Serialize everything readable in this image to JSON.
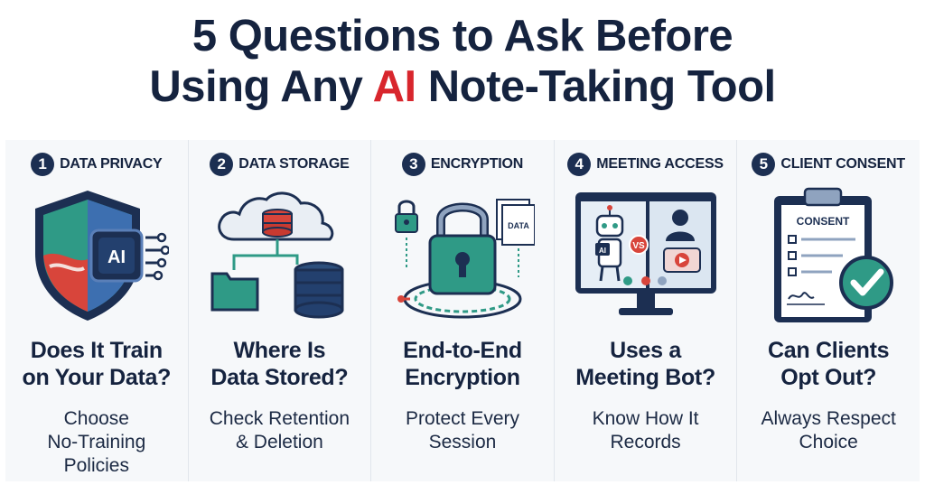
{
  "title": {
    "line1": "5 Questions to Ask Before",
    "line2_before": "Using Any ",
    "line2_accent": "AI",
    "line2_after": " Note-Taking Tool"
  },
  "colors": {
    "navy": "#15233f",
    "accent_red": "#d8262d",
    "teal": "#2f9a86",
    "panel_bg": "#f6f8fa"
  },
  "columns": [
    {
      "number": "1",
      "label": "DATA PRIVACY",
      "icon": "shield-ai-icon",
      "badge_text": "AI",
      "question_line1": "Does It Train",
      "question_line2": "on Your Data?",
      "sub_line1": "Choose",
      "sub_line2": "No-Training",
      "sub_line3": "Policies"
    },
    {
      "number": "2",
      "label": "DATA STORAGE",
      "icon": "cloud-database-icon",
      "question_line1": "Where Is",
      "question_line2": "Data Stored?",
      "sub_line1": "Check Retention",
      "sub_line2": "& Deletion"
    },
    {
      "number": "3",
      "label": "ENCRYPTION",
      "icon": "padlock-icon",
      "badge_text": "DATA",
      "question_line1": "End-to-End",
      "question_line2": "Encryption",
      "sub_line1": "Protect Every",
      "sub_line2": "Session"
    },
    {
      "number": "4",
      "label": "MEETING ACCESS",
      "icon": "video-meeting-icon",
      "badge_text": "VS",
      "bot_text": "AI",
      "question_line1": "Uses a",
      "question_line2": "Meeting Bot?",
      "sub_line1": "Know How It",
      "sub_line2": "Records"
    },
    {
      "number": "5",
      "label": "CLIENT CONSENT",
      "icon": "consent-clipboard-icon",
      "badge_text": "CONSENT",
      "question_line1": "Can Clients",
      "question_line2": "Opt Out?",
      "sub_line1": "Always Respect",
      "sub_line2": "Choice"
    }
  ]
}
